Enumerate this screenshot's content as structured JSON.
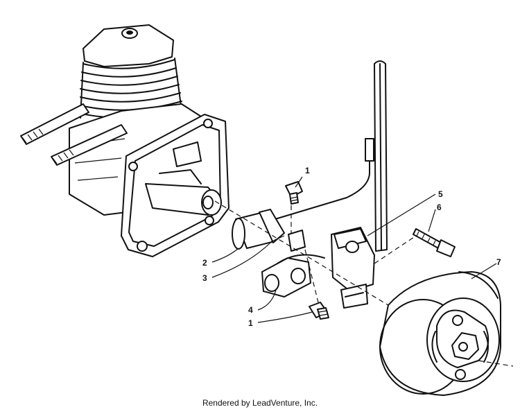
{
  "callouts": {
    "c1_top": "1",
    "c2": "2",
    "c3": "3",
    "c4": "4",
    "c1_bottom": "1",
    "c5": "5",
    "c6": "6",
    "c7": "7"
  },
  "caption": "Rendered by LeadVenture, Inc."
}
